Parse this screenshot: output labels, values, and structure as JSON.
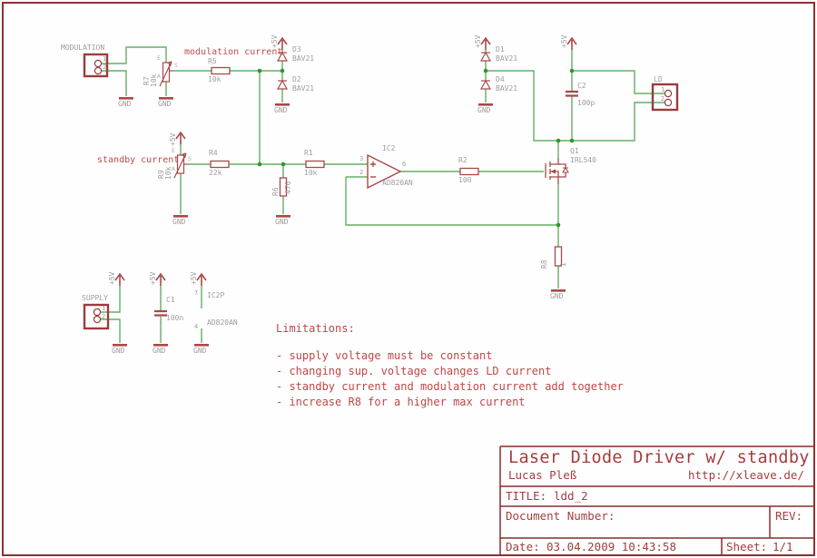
{
  "power": {
    "vcc": "+5V",
    "gnd": "GND"
  },
  "net_labels": {
    "modulation": "modulation current",
    "standby": "standby current"
  },
  "parts": {
    "modulation_conn": {
      "name": "MODULATION",
      "p1": "1",
      "p2": "2"
    },
    "supply_conn": {
      "name": "SUPPLY",
      "p1": "1",
      "p2": "2"
    },
    "ld_conn": {
      "name": "LD",
      "p1": "1",
      "p2": "2"
    },
    "r1": {
      "name": "R1",
      "value": "10k"
    },
    "r2": {
      "name": "R2",
      "value": "100"
    },
    "r4": {
      "name": "R4",
      "value": "22k"
    },
    "r5": {
      "name": "R5",
      "value": "10k"
    },
    "r6": {
      "name": "R6",
      "value": "470"
    },
    "r7": {
      "name": "R7",
      "value": "10k",
      "pa": "A",
      "pe": "E",
      "ps": "S"
    },
    "r8": {
      "name": "R8",
      "value": "1"
    },
    "r9": {
      "name": "R9",
      "value": "10k",
      "pa": "A",
      "pe": "E",
      "ps": "S"
    },
    "c1": {
      "name": "C1",
      "value": "100n"
    },
    "c2": {
      "name": "C2",
      "value": "100p"
    },
    "d1": {
      "name": "D1",
      "value": "BAV21"
    },
    "d2": {
      "name": "D2",
      "value": "BAV21"
    },
    "d3": {
      "name": "D3",
      "value": "BAV21"
    },
    "d4": {
      "name": "D4",
      "value": "BAV21"
    },
    "q1": {
      "name": "Q1",
      "value": "IRL540"
    },
    "ic2": {
      "name": "IC2",
      "value": "AD820AN",
      "pin_plus": "3",
      "pin_minus": "2",
      "pin_out": "6"
    },
    "ic2p": {
      "name": "IC2P",
      "value": "AD820AN",
      "pin_vp": "7",
      "pin_vm": "4"
    }
  },
  "notes": {
    "heading": "Limitations:",
    "items": [
      "- supply voltage must be constant",
      "- changing sup. voltage changes LD current",
      "- standby current and modulation current add together",
      "- increase R8 for a higher max current"
    ]
  },
  "titleblock": {
    "title": "Laser Diode Driver w/ standby",
    "author": "Lucas Pleß",
    "url": "http://xleave.de/",
    "title_label": "TITLE:",
    "title_value": "ldd_2",
    "doc_label": "Document Number:",
    "rev_label": "REV:",
    "date_label": "Date:",
    "date_value": "03.04.2009 10:43:58",
    "sheet_label": "Sheet:",
    "sheet_value": "1/1"
  },
  "colors": {
    "wire": "#63af63",
    "junction": "#2f962f",
    "symbol": "#a84848",
    "connector": "#9a3c3c",
    "label_gray": "#9d9d9d",
    "net_text": "#c24b4b",
    "titleblock_line": "#8a2b2b",
    "border": "#8d3131"
  }
}
